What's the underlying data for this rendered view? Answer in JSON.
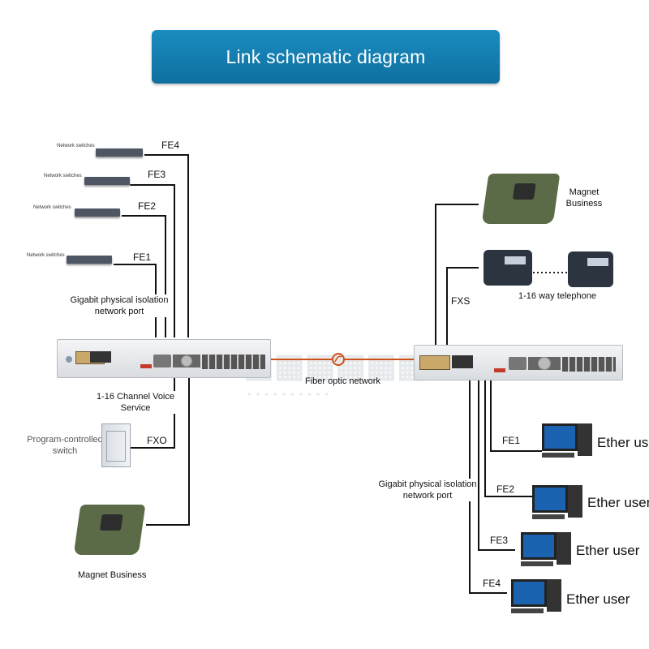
{
  "title": "Link schematic diagram",
  "left": {
    "switch_label": "Network switches",
    "fe_labels": [
      "FE4",
      "FE3",
      "FE2",
      "FE1"
    ],
    "gigabit_label_line1": "Gigabit physical isolation",
    "gigabit_label_line2": "network port",
    "voice_label_line1": "1-16 Channel Voice",
    "voice_label_line2": "Service",
    "pbx_label_line1": "Program-controlled",
    "pbx_label_line2": "switch",
    "fxo_label": "FXO",
    "magnet_label": "Magnet Business"
  },
  "center": {
    "fiber_label": "Fiber optic network"
  },
  "right": {
    "magnet_label_line1": "Magnet",
    "magnet_label_line2": "Business",
    "telephone_label": "1-16 way telephone",
    "fxs_label": "FXS",
    "gigabit_label_line1": "Gigabit physical isolation",
    "gigabit_label_line2": "network port",
    "fe_labels": [
      "FE1",
      "FE2",
      "FE3",
      "FE4"
    ],
    "ether_label": "Ether user"
  },
  "colors": {
    "banner": "#1482b5",
    "line": "#111111",
    "fiber": "#d0501a",
    "device_body": "#e9ebee",
    "phone_green": "#5b6b48"
  }
}
